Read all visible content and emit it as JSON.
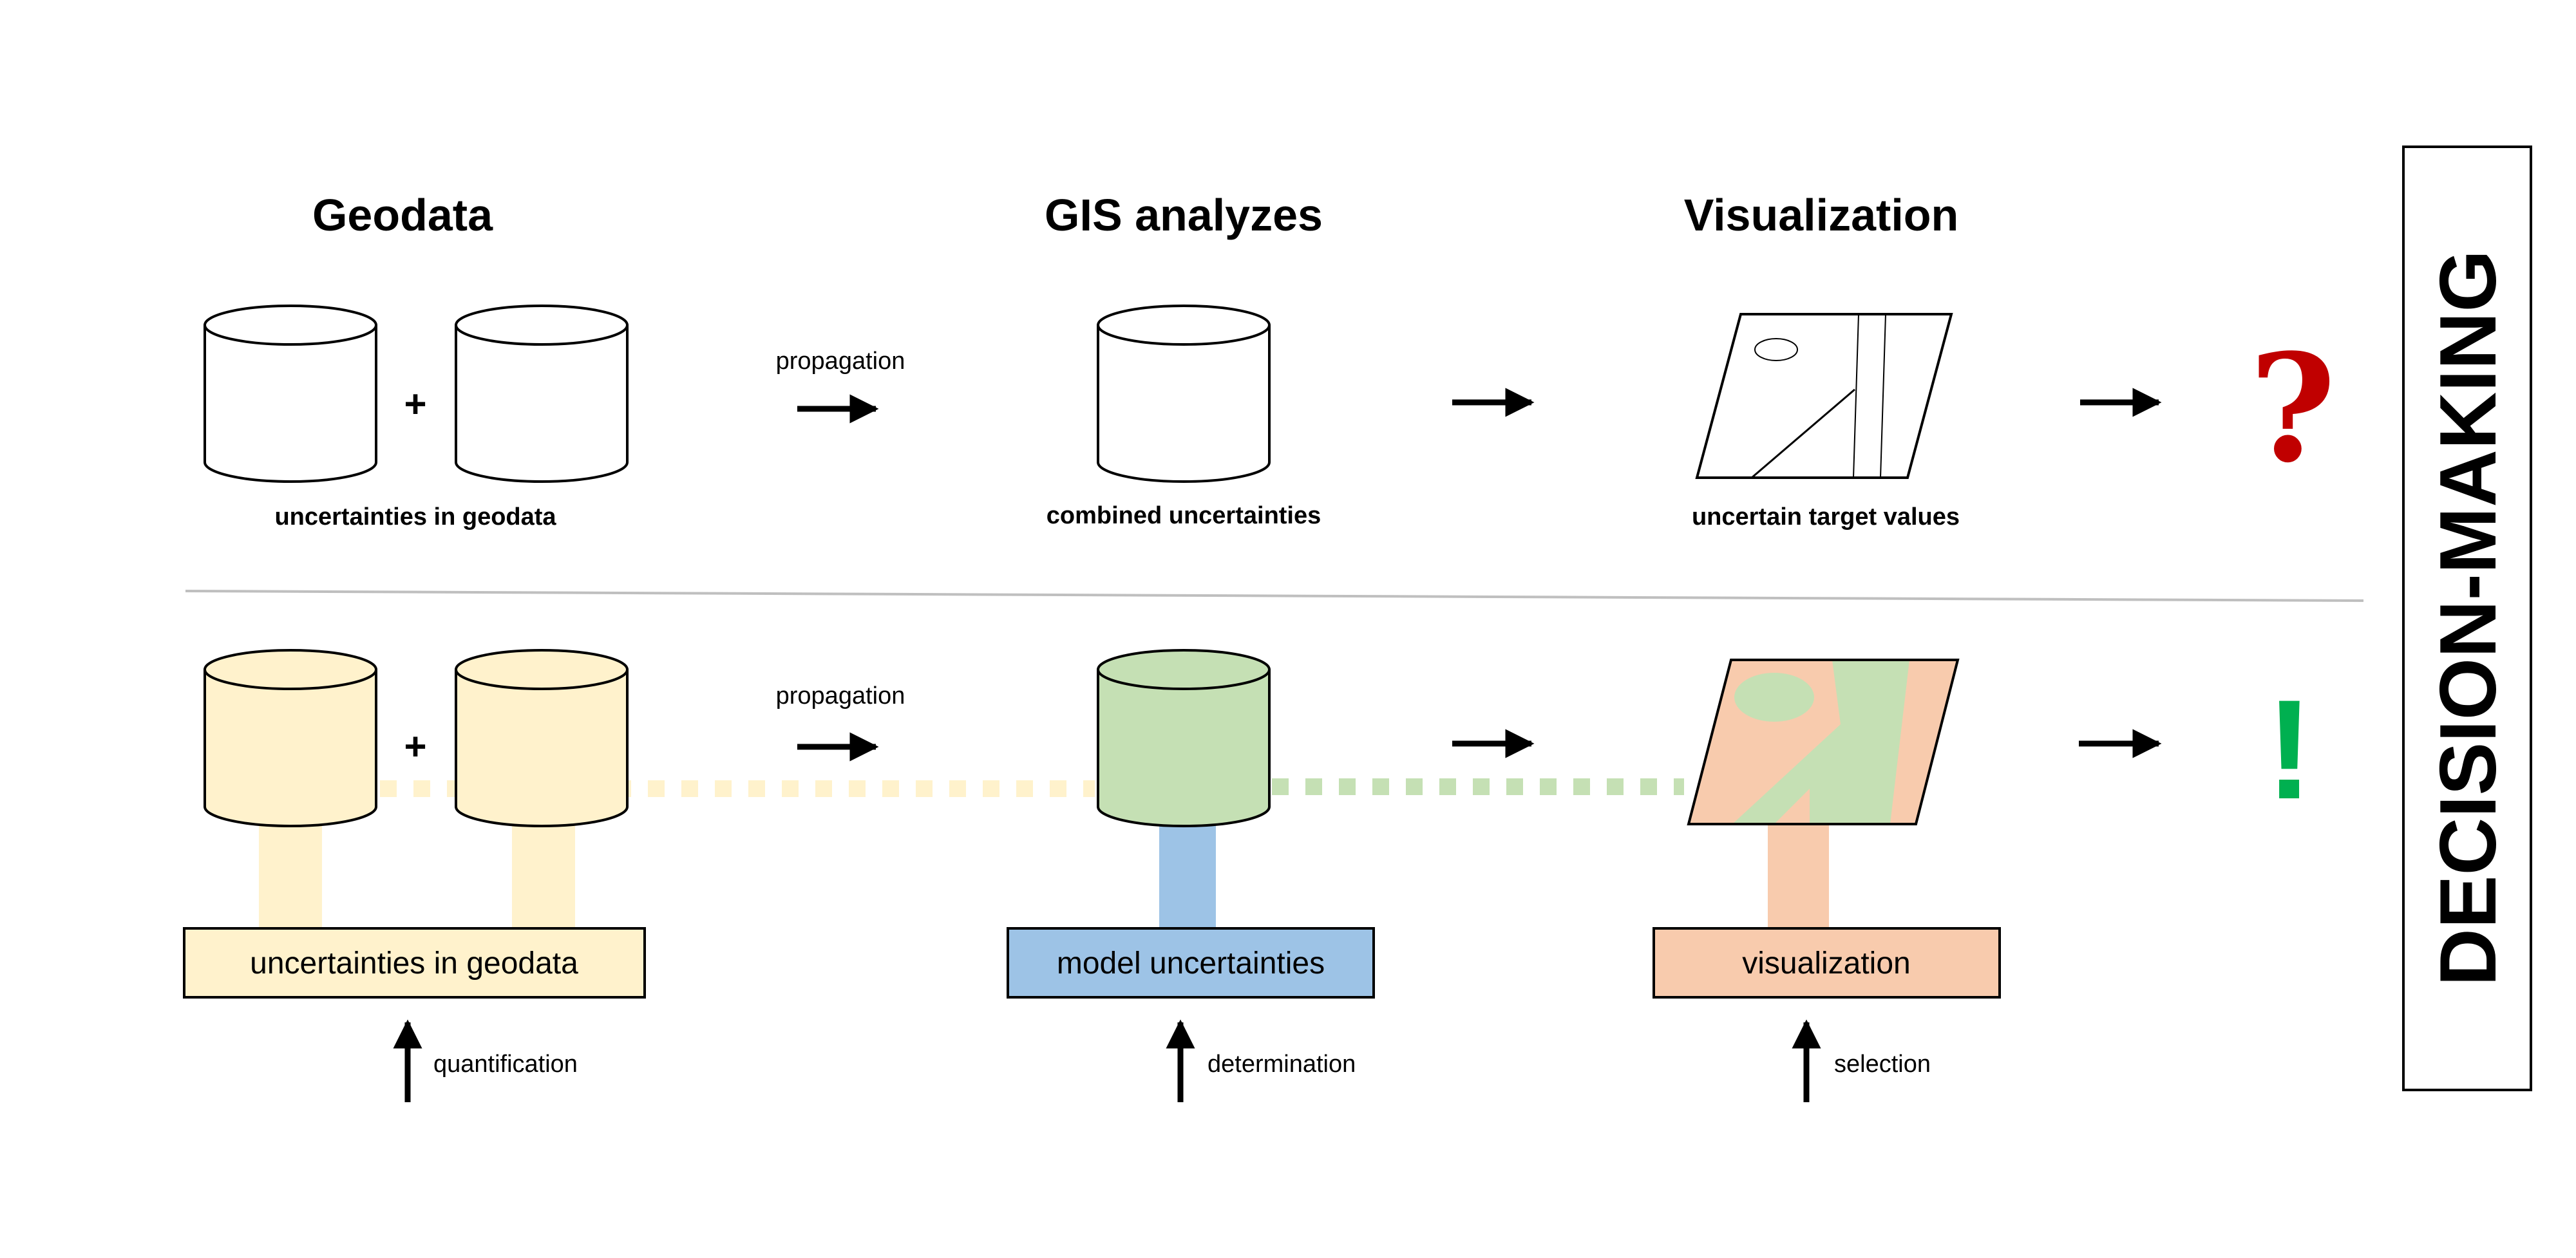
{
  "headings": {
    "geodata": "Geodata",
    "gis": "GIS analyzes",
    "visualization": "Visualization"
  },
  "top_row": {
    "plus": "+",
    "propagation_label": "propagation",
    "caption_geodata": "uncertainties in geodata",
    "caption_gis": "combined uncertainties",
    "caption_visualization": "uncertain target values",
    "outcome_symbol": "?"
  },
  "bottom_row": {
    "plus": "+",
    "propagation_label": "propagation",
    "box_geodata": "uncertainties in geodata",
    "box_model": "model uncertainties",
    "box_visualization": "visualization",
    "label_quantification": "quantification",
    "label_determination": "determination",
    "label_selection": "selection",
    "outcome_symbol": "!"
  },
  "side_panel": {
    "title": "DECISION-MAKING"
  },
  "colors": {
    "geodata_fill": "#fff2cc",
    "model_fill": "#c5e0b4",
    "model_box": "#9dc3e6",
    "visual_fill": "#f8cbad",
    "question_mark": "#c00000",
    "exclamation_mark": "#00b050",
    "separator": "#bfbfbf"
  }
}
